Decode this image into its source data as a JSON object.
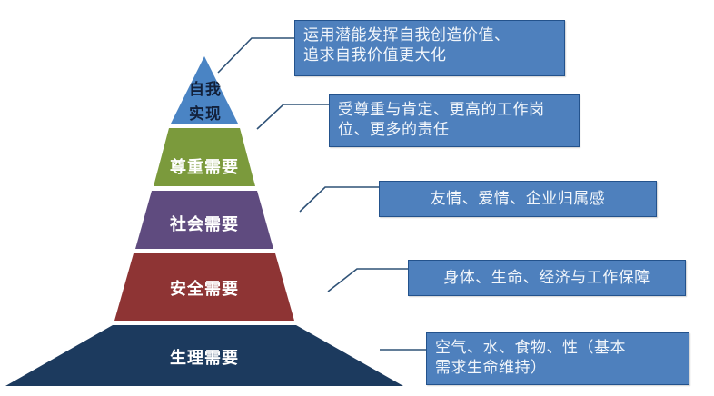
{
  "diagram": {
    "type": "maslow-hierarchy-of-needs-pyramid",
    "tiers": [
      {
        "id": "self-actualization",
        "label": "自我\n实现",
        "label_line1": "自我",
        "label_line2": "实现",
        "color": "#4A84C4",
        "text_color": "#12203a"
      },
      {
        "id": "esteem",
        "label": "尊重需要",
        "color": "#7B9A3C",
        "text_color": "#ffffff"
      },
      {
        "id": "social",
        "label": "社会需要",
        "color": "#5F4B7F",
        "text_color": "#ffffff"
      },
      {
        "id": "safety",
        "label": "安全需要",
        "color": "#8E3434",
        "text_color": "#ffffff"
      },
      {
        "id": "physiological",
        "label": "生理需要",
        "color": "#1C3A5E",
        "text_color": "#ffffff"
      }
    ],
    "callouts": [
      {
        "id": "callout-self-actualization",
        "line1": "运用潜能发挥自我创造价值、",
        "line2": "追求自我价值更大化",
        "fill": "#4E80BD",
        "border": "#23528C"
      },
      {
        "id": "callout-esteem",
        "line1": "受尊重与肯定、更高的工作岗",
        "line2": "位、更多的责任",
        "fill": "#4E80BD",
        "border": "#23528C"
      },
      {
        "id": "callout-social",
        "line1": "友情、爱情、企业归属感",
        "line2": "",
        "fill": "#4E80BD",
        "border": "#23528C"
      },
      {
        "id": "callout-safety",
        "line1": "身体、生命、经济与工作保障",
        "line2": "",
        "fill": "#4E80BD",
        "border": "#23528C"
      },
      {
        "id": "callout-physiological",
        "line1": "空气、水、食物、性（基本",
        "line2": "需求生命维持）",
        "fill": "#4E80BD",
        "border": "#23528C"
      }
    ],
    "leader_line_color": "#2F5277",
    "background": "#ffffff"
  }
}
